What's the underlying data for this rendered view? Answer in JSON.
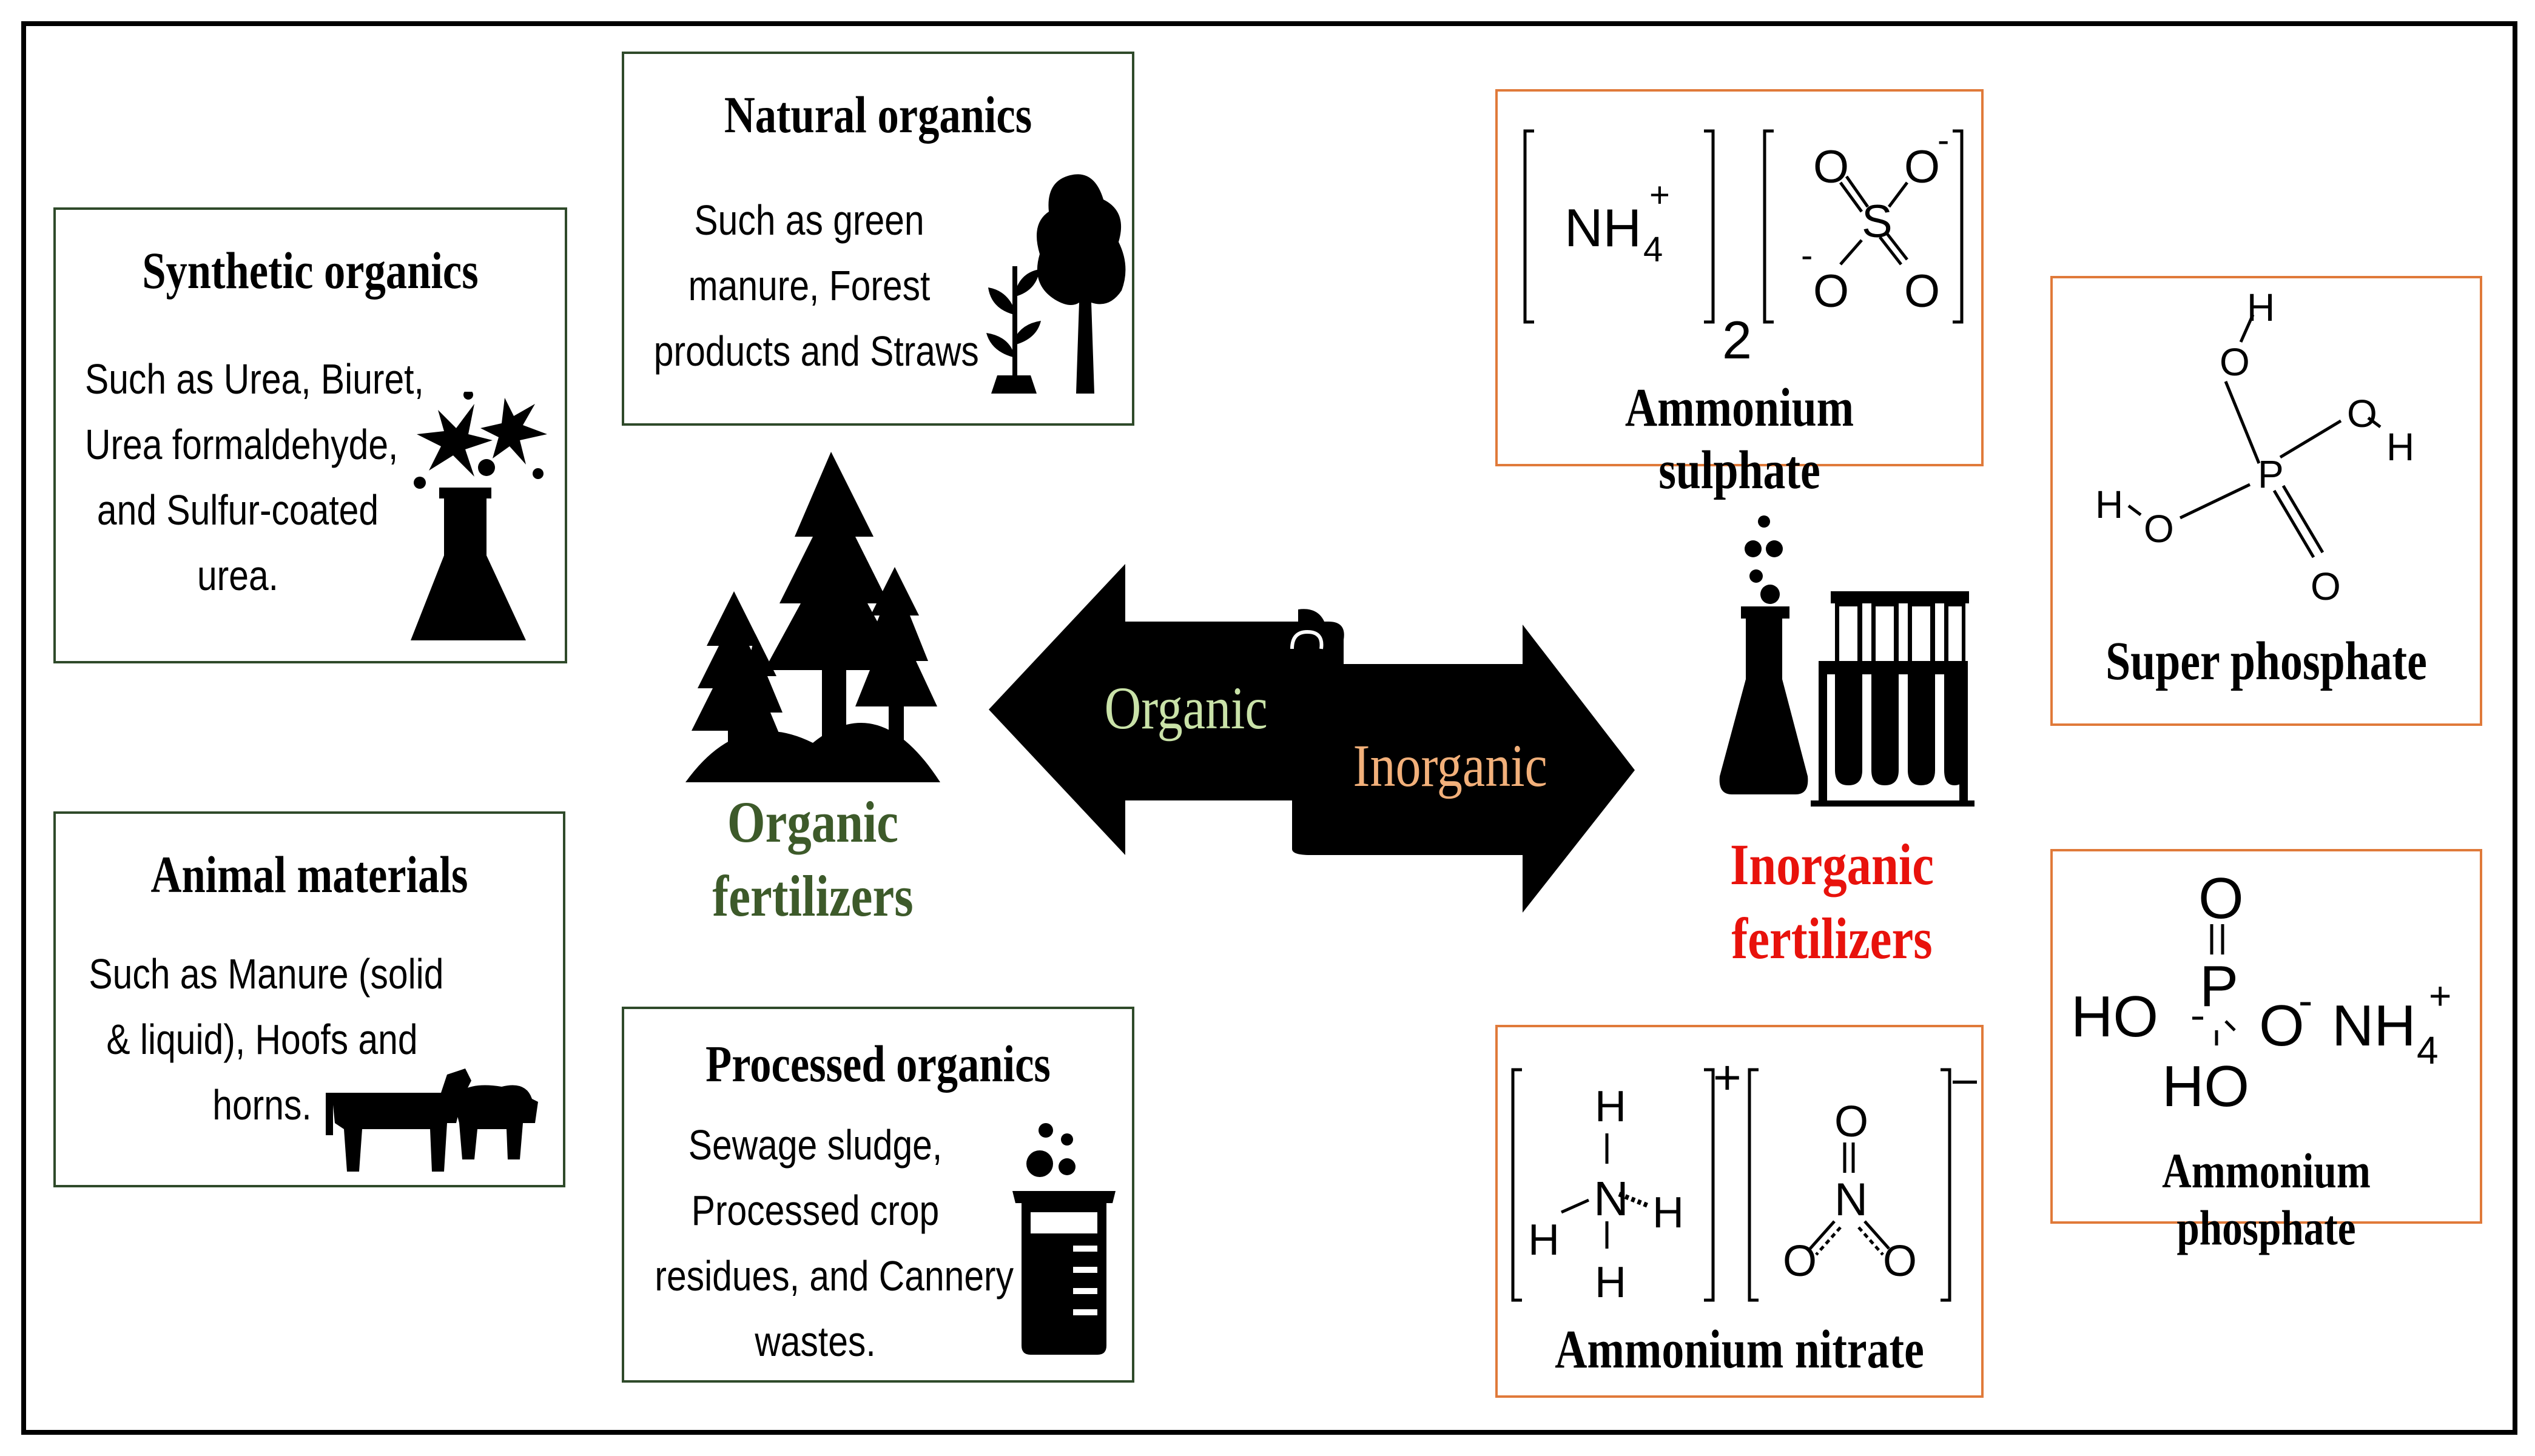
{
  "synthetic": {
    "title": "Synthetic organics",
    "lines": [
      "Such as Urea, Biuret,",
      "Urea formaldehyde,",
      "and Sulfur-coated",
      "urea."
    ]
  },
  "animal": {
    "title": "Animal materials",
    "lines": [
      "Such as Manure (solid",
      "& liquid), Hoofs and",
      "horns."
    ]
  },
  "natural": {
    "title": "Natural organics",
    "lines": [
      "Such as green",
      "manure, Forest",
      "products and Straws"
    ]
  },
  "processed": {
    "title": "Processed organics",
    "lines": [
      "Sewage sludge,",
      "Processed crop",
      "residues, and Cannery",
      "wastes."
    ]
  },
  "organic_fert": {
    "line1": "Organic",
    "line2": "fertilizers"
  },
  "inorganic_fert": {
    "line1": "Inorganic",
    "line2": "fertilizers"
  },
  "arrows": {
    "left": "Organic",
    "right": "Inorganic"
  },
  "sulphate": {
    "label": "Ammonium  sulphate",
    "nh4": "NH",
    "sub4": "4",
    "plus": "+",
    "sub2": "2",
    "O": "O",
    "Ominus": "O",
    "minus": "-",
    "S": "S"
  },
  "nitrate": {
    "label": "Ammonium  nitrate",
    "H": "H",
    "N": "N",
    "O": "O",
    "plus": "+",
    "minus": "–"
  },
  "superphos": {
    "label": "Super phosphate",
    "H": "H",
    "O": "O",
    "P": "P"
  },
  "ammphos": {
    "label": "Ammonium  phosphate",
    "O": "O",
    "HO": "HO",
    "P": "P",
    "Ominus": "O",
    "minus": "-",
    "nh4": "NH",
    "sub4": "4",
    "plus": "+"
  },
  "colors": {
    "green_label": "#3d5a2a",
    "red_label": "#e8120c",
    "organic_arrow_text": "#c9e2a8",
    "inorganic_arrow_text": "#f2b07a",
    "green_border": "#2f4a2a",
    "orange_border": "#e07a3a"
  }
}
